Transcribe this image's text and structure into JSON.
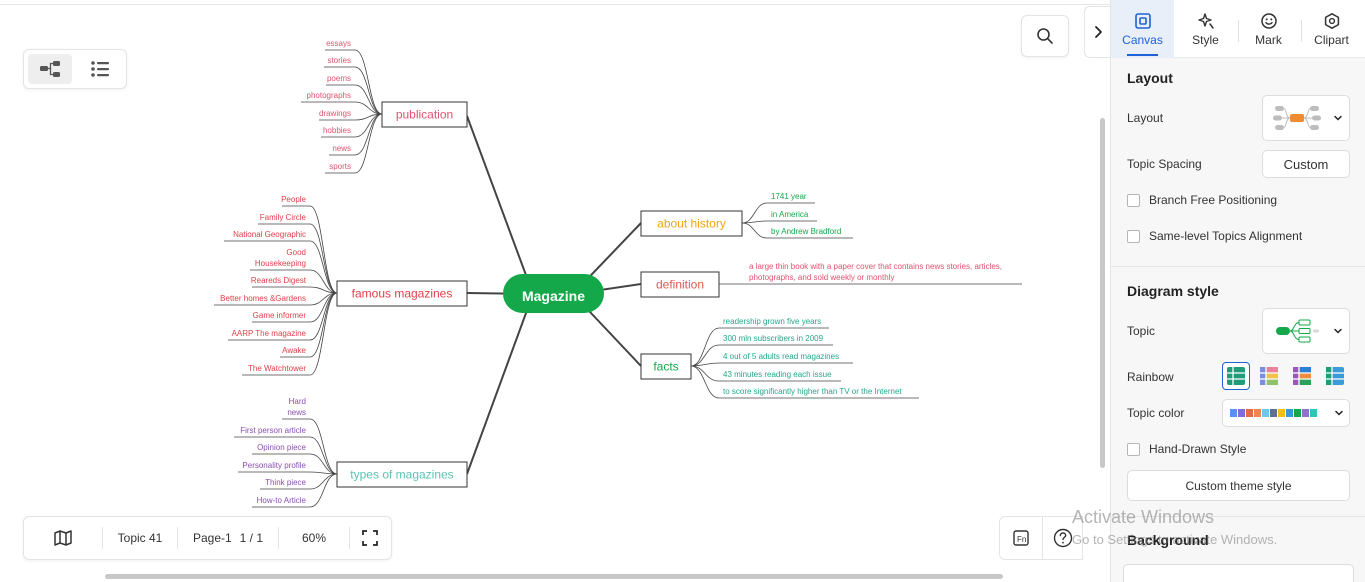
{
  "mindmap": {
    "central": "Magazine",
    "branches": {
      "publication": {
        "label": "publication",
        "children": [
          "essays",
          "stories",
          "poems",
          "photographs",
          "drawings",
          "hobbies",
          "news",
          "sports"
        ]
      },
      "famous": {
        "label": "famous magazines",
        "children": [
          "People",
          "Family Circle",
          "National Geographic",
          "Good Housekeeping",
          "Reareds Digest",
          "Better homes &Gardens",
          "Game informer",
          "AARP The magazine",
          "Awake",
          "The Watchtower"
        ]
      },
      "types": {
        "label": "types of magazines",
        "children": [
          "Hard news",
          "First person article",
          "Opinion piece",
          "Personality profile",
          "Think piece",
          "How-to Article"
        ]
      },
      "history": {
        "label": "about history",
        "children": [
          "1741 year",
          "in America",
          "by Andrew Bradford"
        ]
      },
      "definition": {
        "label": "definition",
        "children": [
          "a large thin book with a paper cover that contains news stories, articles, photographs, and sold weekly or monthly"
        ]
      },
      "facts": {
        "label": "facts",
        "children": [
          "readership grown five years",
          "300 mln subscribers in 2009",
          "4 out of 5 adults read magazines",
          "43 minutes reading each issue",
          "to score significantly higher than TV or the Internet"
        ]
      }
    }
  },
  "colors": {
    "central": "#15a84a",
    "publication": "#e0526f",
    "famous": "#e0404a",
    "types": "#5cc2b5",
    "types_leaf": "#8b4fb0",
    "history": "#f2a40f",
    "history_leaf": "#15a84a",
    "definition": "#e05a4a",
    "definition_leaf": "#e0526f",
    "facts": "#15a84a",
    "facts_leaf": "#21a88c",
    "accent": "#1f62d6"
  },
  "status_bar": {
    "topic_count": "Topic 41",
    "page": "Page-1",
    "page_of": "1 / 1",
    "zoom": "60%"
  },
  "panel": {
    "tabs": [
      {
        "label": "Canvas",
        "icon": "canvas-icon"
      },
      {
        "label": "Style",
        "icon": "style-icon"
      },
      {
        "label": "Mark",
        "icon": "mark-icon"
      },
      {
        "label": "Clipart",
        "icon": "clipart-icon"
      }
    ],
    "layout_section": {
      "title": "Layout",
      "layout_label": "Layout",
      "spacing_label": "Topic Spacing",
      "spacing_value": "Custom",
      "free_positioning": "Branch Free Positioning",
      "alignment": "Same-level Topics Alignment"
    },
    "diagram_section": {
      "title": "Diagram style",
      "topic_label": "Topic",
      "rainbow_label": "Rainbow",
      "topic_color_label": "Topic color",
      "topic_colors": [
        "#5b8ff9",
        "#7b6fe0",
        "#e8684a",
        "#f0884d",
        "#6dc8ec",
        "#5d7092",
        "#f6bd16",
        "#2f9ed8",
        "#15a84a",
        "#9270ca",
        "#2ec7b4"
      ],
      "hand_drawn": "Hand-Drawn Style",
      "custom_theme": "Custom theme style"
    },
    "background_title": "Background"
  },
  "watermark": {
    "line1": "Activate Windows",
    "line2": "Go to Settings to activate Windows."
  }
}
